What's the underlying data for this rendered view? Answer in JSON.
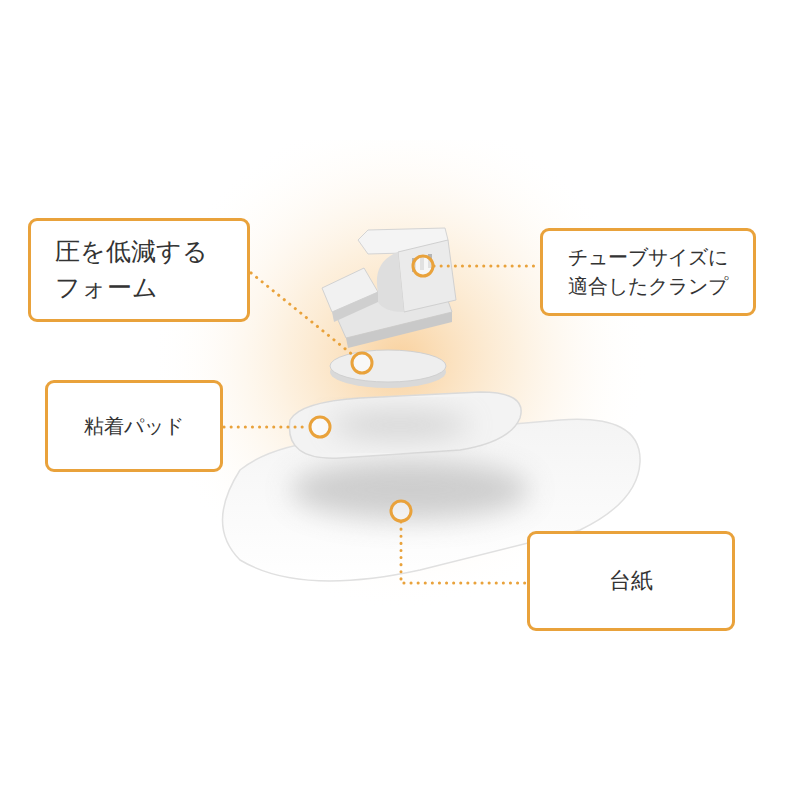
{
  "diagram": {
    "nodes": [
      {
        "text": [
          "圧を低減する フォーム"
        ]
      },
      {
        "text": [
          "チューブサイズに 適合したクランプ"
        ]
      },
      {
        "text": [
          "粘着パッド"
        ]
      },
      {
        "text": [
          "台紙"
        ]
      }
    ]
  }
}
